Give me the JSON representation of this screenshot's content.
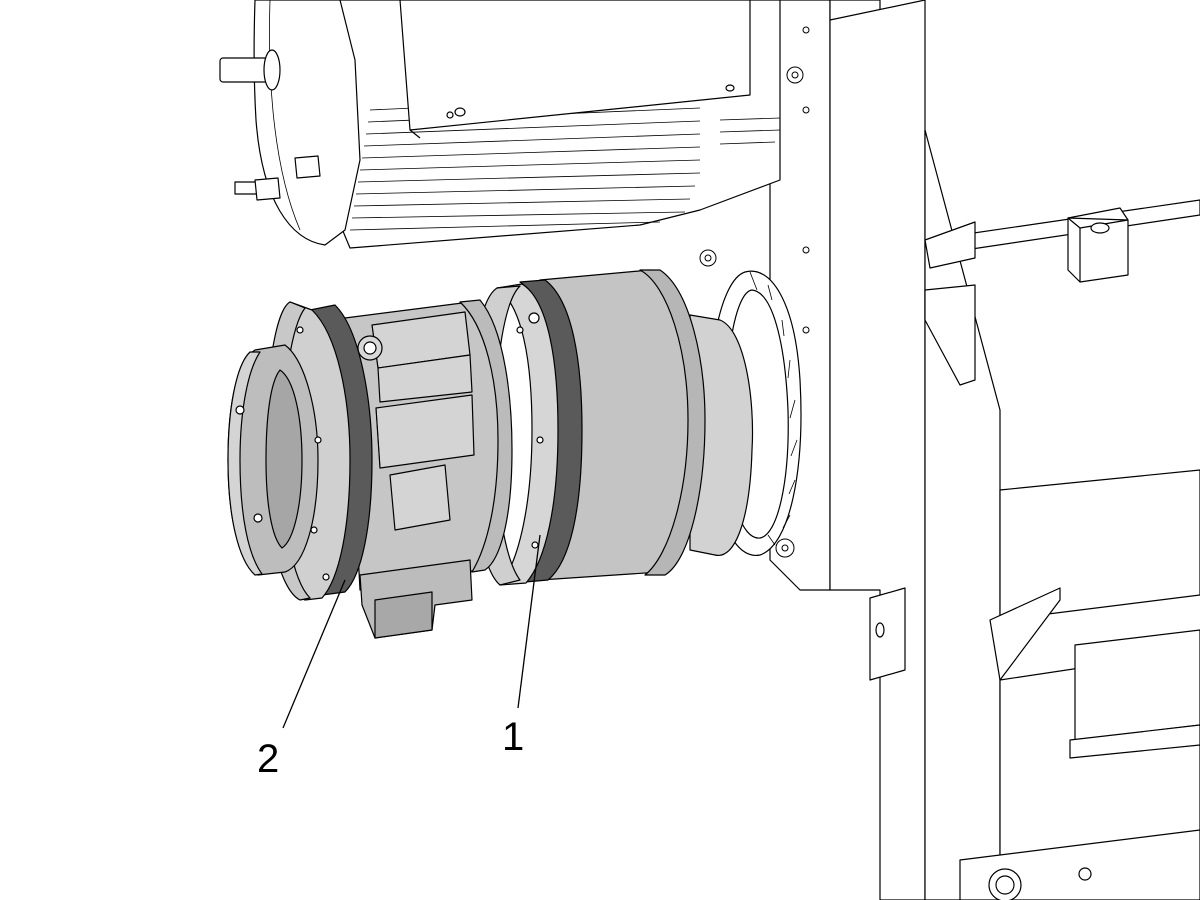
{
  "callouts": [
    {
      "id": "1",
      "label": "1"
    },
    {
      "id": "2",
      "label": "2"
    }
  ],
  "colors": {
    "background": "#ffffff",
    "line": "#000000",
    "part_fill": "#c8c8c8",
    "band_fill": "#5a5a5a",
    "frame_fill": "#ffffff"
  }
}
